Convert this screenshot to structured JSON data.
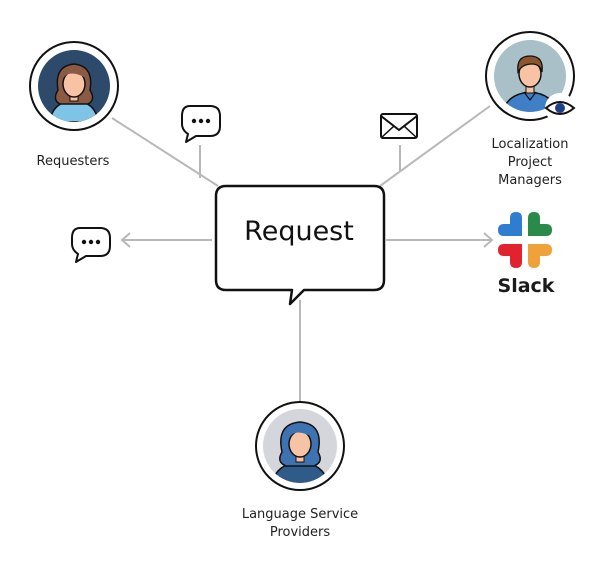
{
  "diagram": {
    "center": {
      "label": "Request"
    },
    "nodes": [
      {
        "id": "requesters",
        "label": "Requesters"
      },
      {
        "id": "lpm",
        "label_lines": [
          "Localization",
          "Project",
          "Managers"
        ]
      },
      {
        "id": "lsp",
        "label_lines": [
          "Language Service",
          "Providers"
        ]
      }
    ],
    "integrations": [
      {
        "id": "slack",
        "label": "Slack"
      }
    ],
    "icons": [
      "chat-bubble",
      "envelope",
      "eye",
      "chat-bubble",
      "slack-logo"
    ],
    "colors": {
      "line": "#b8b8b8",
      "outline": "#111111",
      "requester_bg": "#2d4a6b",
      "requester_shirt": "#7ec4e6",
      "requester_hair": "#8a5a45",
      "lpm_bg": "#a9c0c8",
      "lpm_shirt": "#3f7fc6",
      "lpm_hair": "#8a5530",
      "lsp_bg": "#d4d6db",
      "lsp_hair": "#3f72b0",
      "lsp_shirt": "#2e5b88",
      "skin": "#f7c3a4",
      "slack_blue": "#2f7dd1",
      "slack_green": "#2a8a4a",
      "slack_red": "#e0232e",
      "slack_orange": "#f0a23a"
    }
  }
}
